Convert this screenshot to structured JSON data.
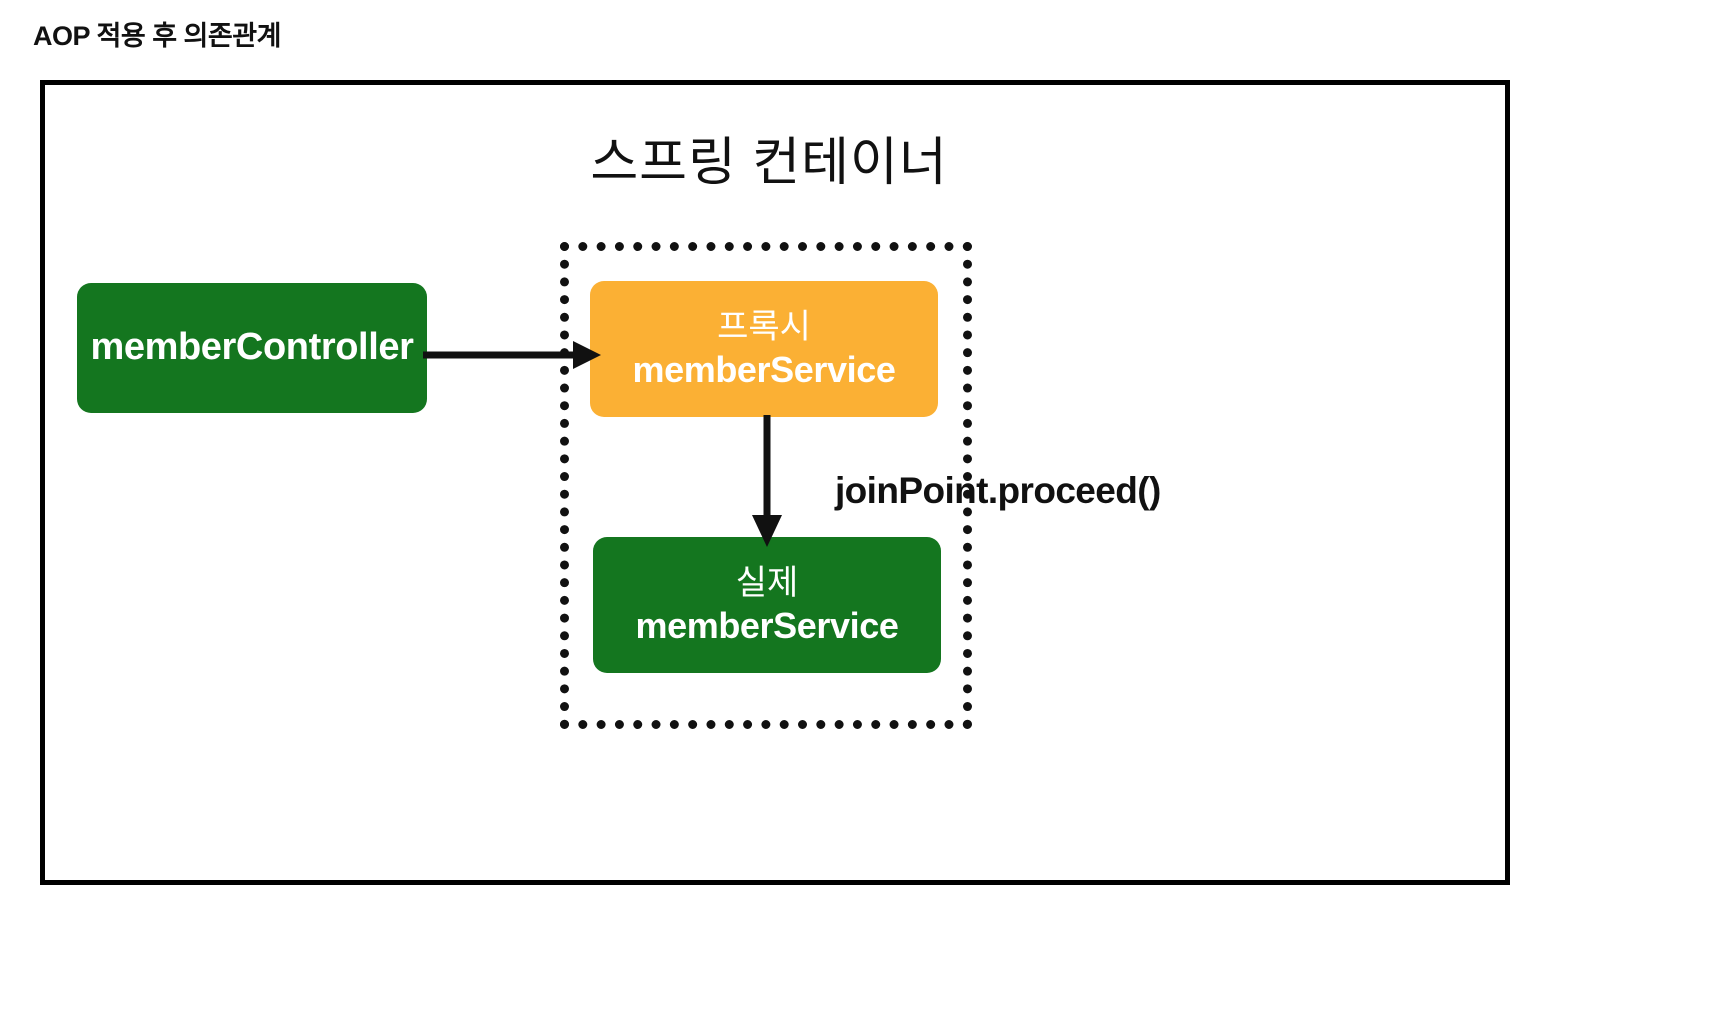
{
  "page": {
    "title": "AOP 적용 후 의존관계"
  },
  "diagram": {
    "container_label": "스프링 컨테이너",
    "nodes": {
      "controller": {
        "name": "memberController"
      },
      "proxy": {
        "kind": "프록시",
        "name": "memberService",
        "color": "#fbb034"
      },
      "real": {
        "kind": "실제",
        "name": "memberService",
        "color": "#14761f"
      }
    },
    "annotation": "joinPoint.proceed()",
    "colors": {
      "green": "#14761f",
      "orange": "#fbb034",
      "outline": "#000000",
      "text_light": "#ffffff",
      "text_dark": "#111111"
    }
  }
}
